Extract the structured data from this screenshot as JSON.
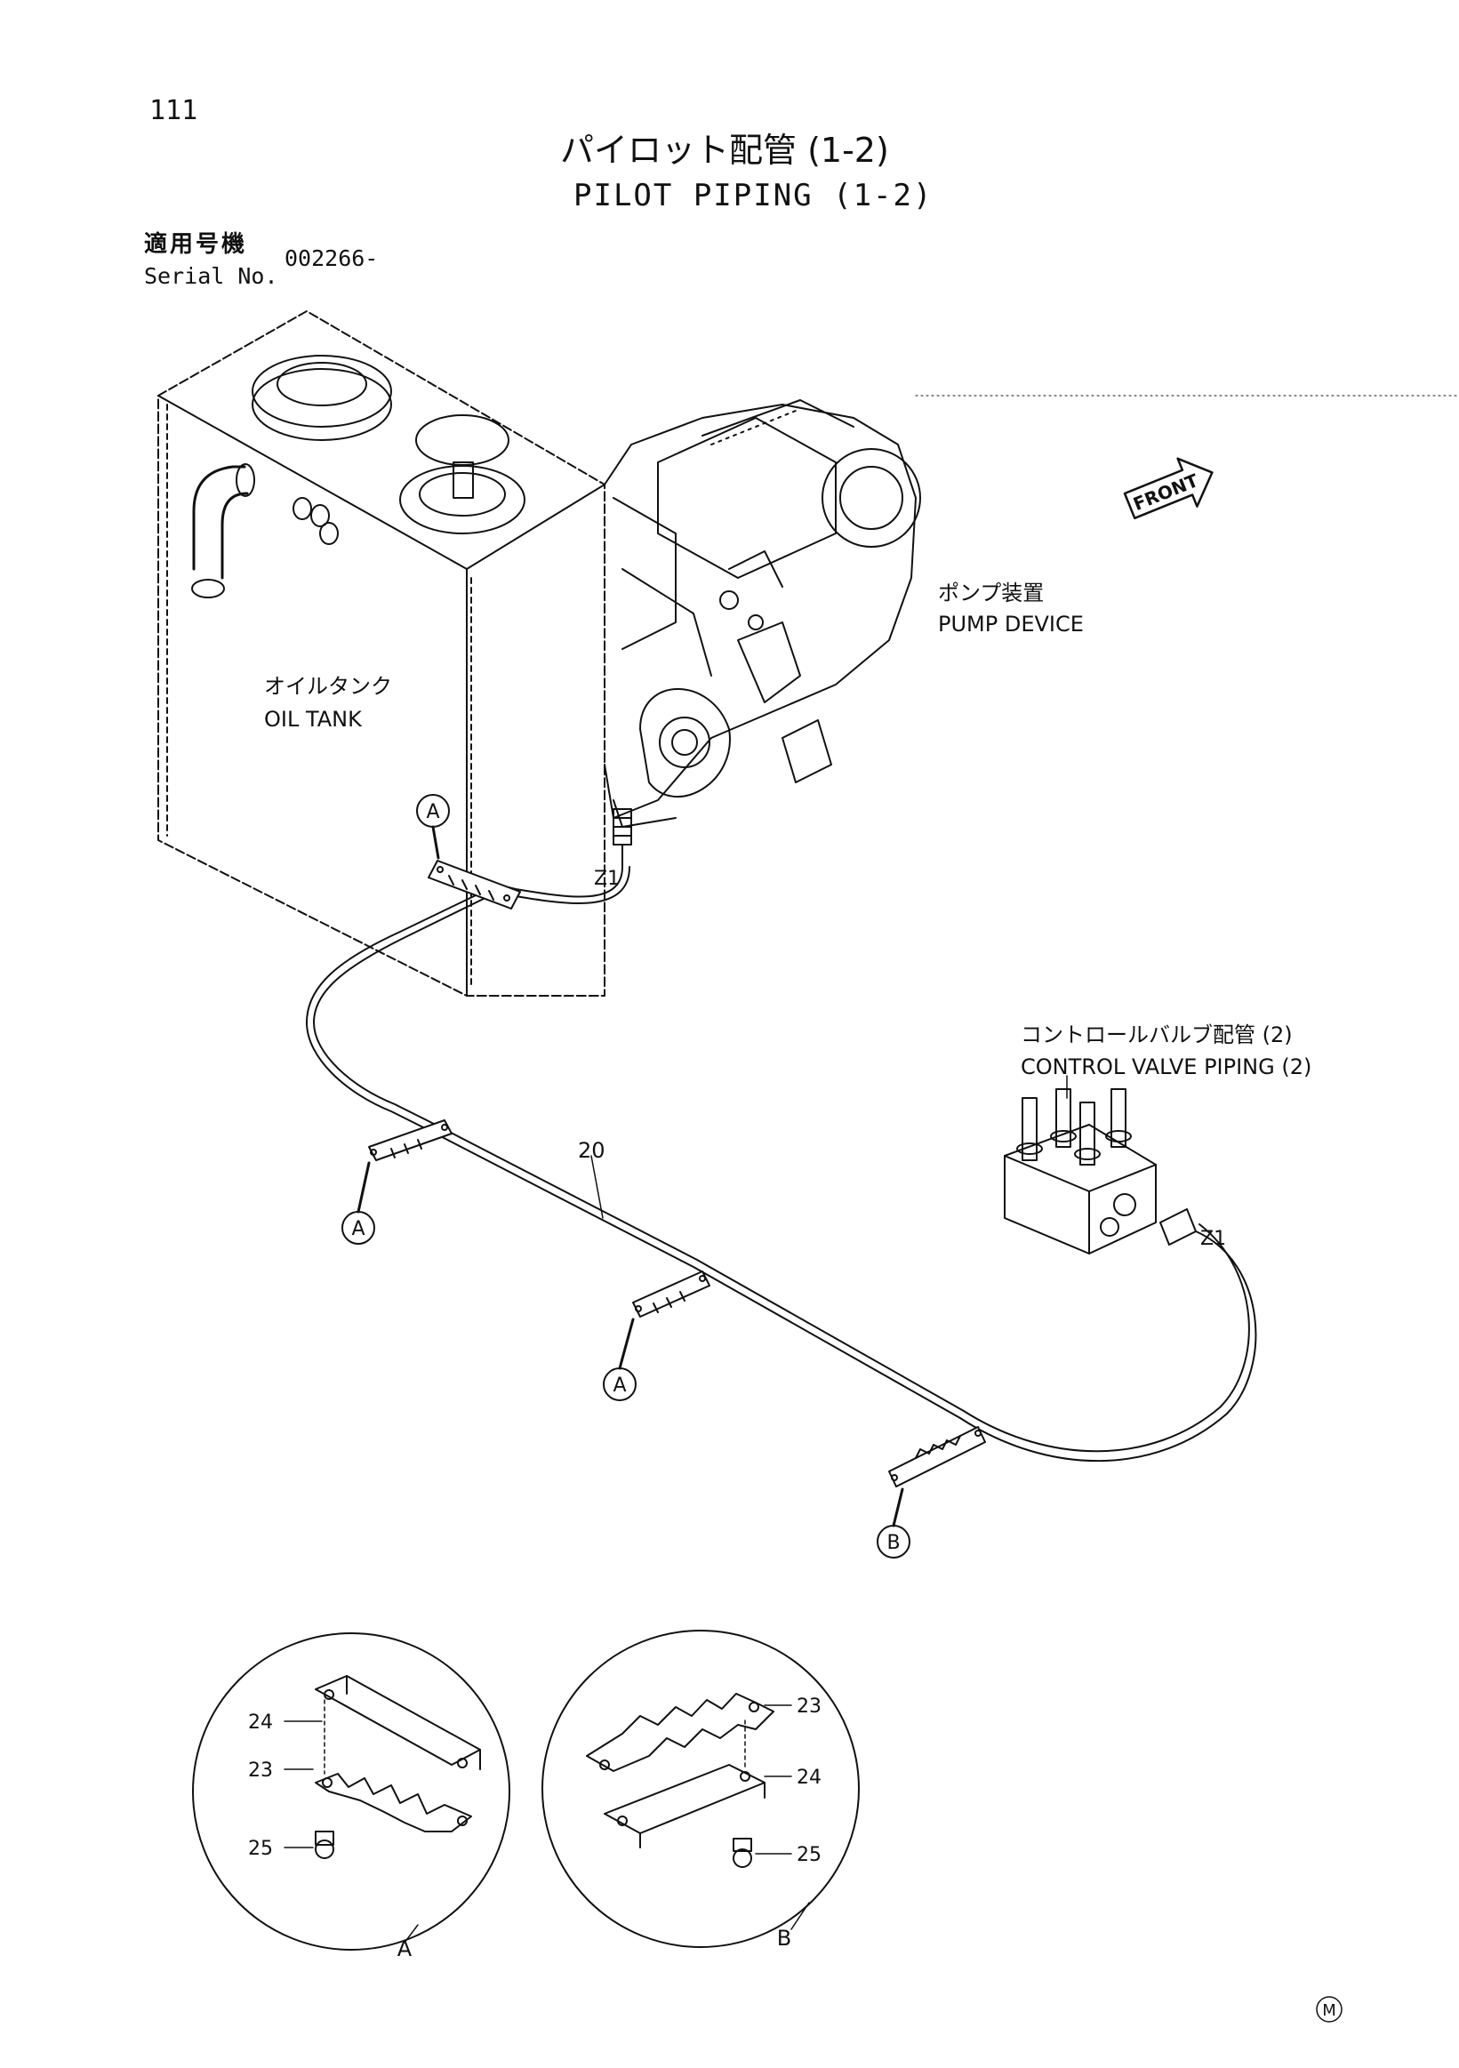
{
  "page": {
    "number": "111",
    "mark": "M"
  },
  "title": {
    "jp": "パイロット配管 (1-2)",
    "en": "PILOT PIPING (1-2)"
  },
  "serial": {
    "label_jp": "適用号機",
    "label_en": "Serial No.",
    "value": "002266-"
  },
  "labels": {
    "oil_tank_jp": "オイルタンク",
    "oil_tank_en": "OIL TANK",
    "pump_jp": "ポンプ装置",
    "pump_en": "PUMP DEVICE",
    "control_valve_jp": "コントロールバルブ配管 (2)",
    "control_valve_en": "CONTROL VALVE PIPING (2)",
    "front": "FRONT",
    "port_pump": "Z1",
    "port_valve": "Z1",
    "pipe_part": "20"
  },
  "clamp_callouts": [
    "A",
    "A",
    "A",
    "B"
  ],
  "detail_a": {
    "name": "A",
    "parts": [
      "24",
      "23",
      "25"
    ]
  },
  "detail_b": {
    "name": "B",
    "parts": [
      "23",
      "24",
      "25"
    ]
  },
  "colors": {
    "line": "#111111",
    "paper": "#ffffff"
  }
}
